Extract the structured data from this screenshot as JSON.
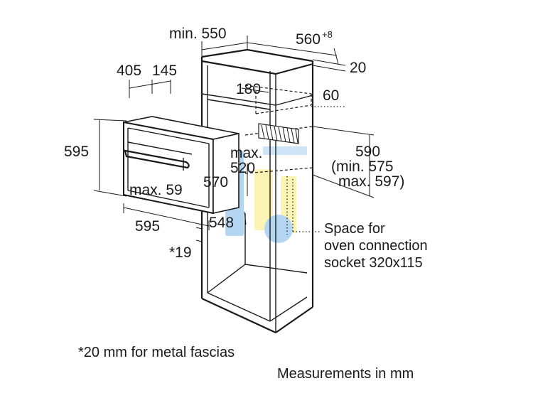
{
  "dimensions": {
    "cabinet_depth_min": "min. 550",
    "niche_depth": "560",
    "niche_depth_tolerance": "+8",
    "back_gap": "20",
    "rear_opening": "180",
    "vent_depth": "60",
    "niche_height": "590",
    "niche_height_min": "(min. 575",
    "niche_height_max": "max. 597)",
    "oven_depth": "405",
    "oven_depth_front": "145",
    "oven_height": "595",
    "oven_width": "595",
    "oven_front_max": "max. 59",
    "oven_body_depth": "570",
    "cutout_max_line1": "max.",
    "cutout_max_line2": "520",
    "inner_width": "548",
    "fascia_offset": "*19"
  },
  "annotations": {
    "socket_line1": "Space for",
    "socket_line2": "oven connection",
    "socket_line3": "socket 320x115"
  },
  "footnotes": {
    "fascia_note": "*20 mm for metal fascias",
    "units_note": "Measurements in mm"
  },
  "colors": {
    "line": "#1a1a1a",
    "watermark_blue": "#9ec9ee",
    "watermark_yellow": "#fbf3a8"
  }
}
